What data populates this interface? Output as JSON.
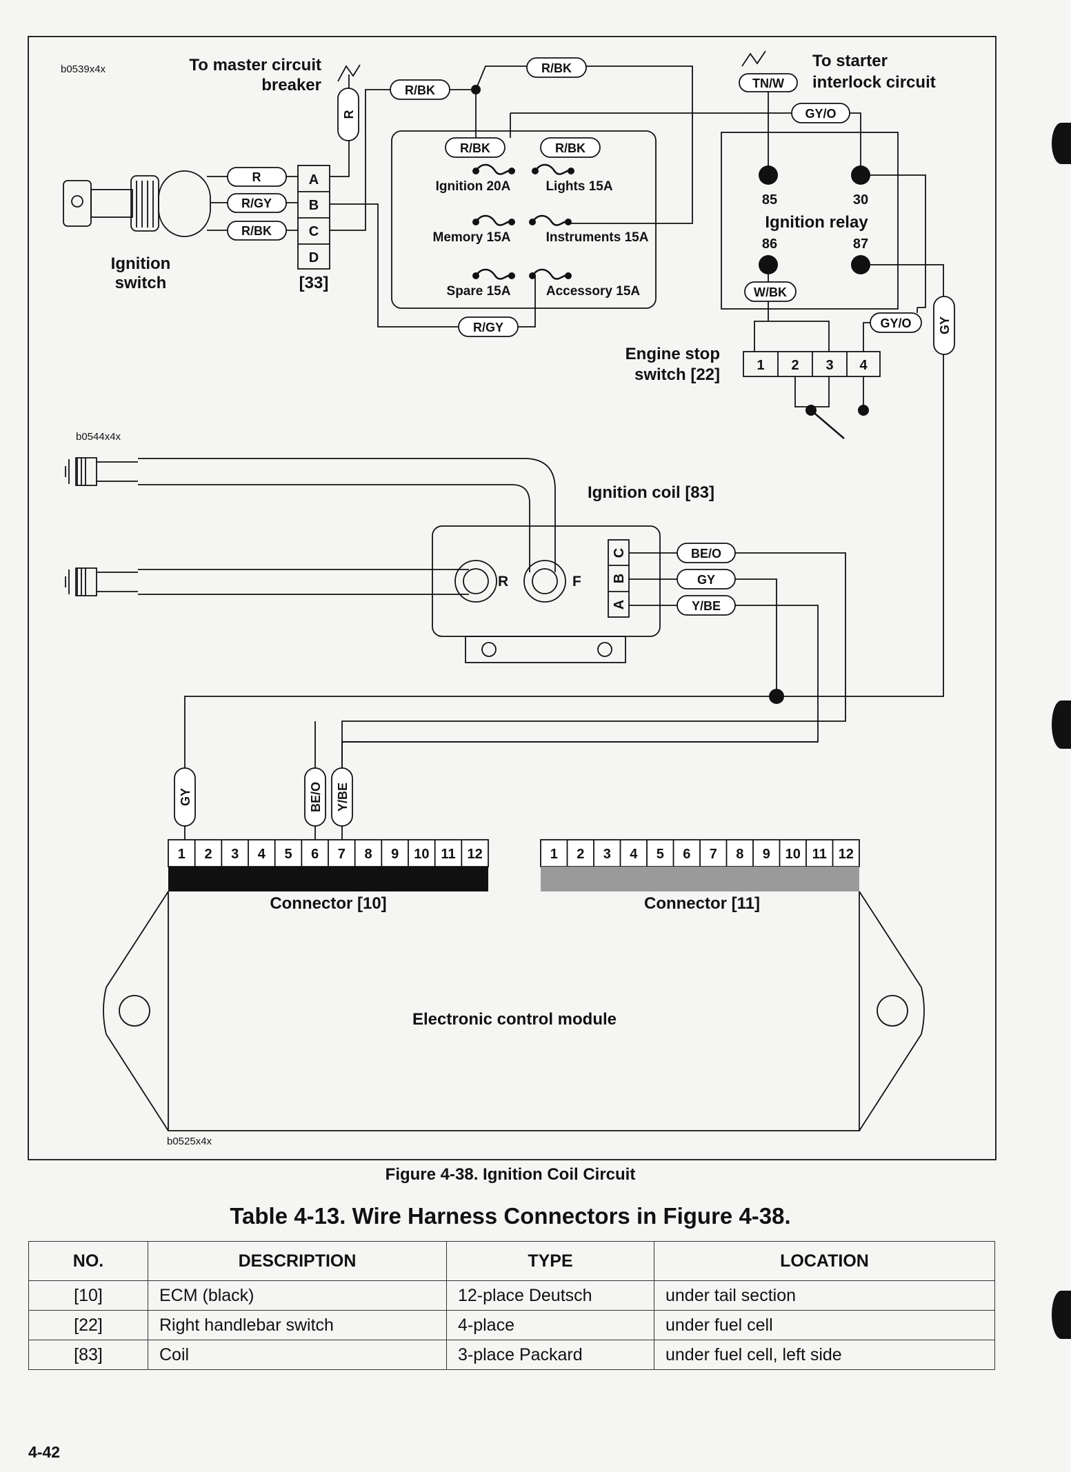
{
  "diagram": {
    "ref_codes": [
      "b0539x4x",
      "b0544x4x",
      "b0525x4x"
    ],
    "labels": {
      "master_breaker": [
        "To master circuit",
        "breaker"
      ],
      "starter_interlock": [
        "To starter",
        "interlock circuit"
      ],
      "ignition_switch": [
        "Ignition",
        "switch"
      ],
      "ignition_switch_connector": "[33]",
      "engine_stop_switch": [
        "Engine stop",
        "switch [22]"
      ],
      "ignition_relay": "Ignition relay",
      "ignition_coil": "Ignition coil [83]",
      "connector_10": "Connector [10]",
      "connector_11": "Connector [11]",
      "ecm": "Electronic control module",
      "coil_terminal_r": "R",
      "coil_terminal_f": "F"
    },
    "ignition_switch_pins": [
      "A",
      "B",
      "C",
      "D"
    ],
    "ignition_switch_wires": [
      "R",
      "R/GY",
      "R/BK"
    ],
    "breaker_wire": "R",
    "fuse_box_wires": [
      "R/BK",
      "R/BK",
      "R/BK",
      "R/BK",
      "R/GY"
    ],
    "fuses": [
      "Ignition 20A",
      "Lights 15A",
      "Memory 15A",
      "Instruments 15A",
      "Spare 15A",
      "Accessory 15A"
    ],
    "relay_wires": [
      "TN/W",
      "GY/O",
      "W/BK",
      "GY/O",
      "GY"
    ],
    "relay_pins": [
      "85",
      "30",
      "86",
      "87"
    ],
    "engine_stop_pins": [
      "1",
      "2",
      "3",
      "4"
    ],
    "coil_pins": [
      "C",
      "B",
      "A"
    ],
    "coil_wires": [
      "BE/O",
      "GY",
      "Y/BE"
    ],
    "ecm_wires": [
      "GY",
      "BE/O",
      "Y/BE"
    ],
    "connector_pins": [
      "1",
      "2",
      "3",
      "4",
      "5",
      "6",
      "7",
      "8",
      "9",
      "10",
      "11",
      "12"
    ],
    "colors": {
      "connector_10": "#111111",
      "connector_11": "#999999"
    }
  },
  "figure_caption": "Figure 4-38. Ignition Coil Circuit",
  "table": {
    "title": "Table 4-13. Wire Harness Connectors in Figure 4-38.",
    "headers": [
      "NO.",
      "DESCRIPTION",
      "TYPE",
      "LOCATION"
    ],
    "rows": [
      [
        "[10]",
        "ECM (black)",
        "12-place Deutsch",
        "under tail section"
      ],
      [
        "[22]",
        "Right handlebar switch",
        "4-place",
        "under fuel cell"
      ],
      [
        "[83]",
        "Coil",
        "3-place Packard",
        "under fuel cell, left side"
      ]
    ]
  },
  "page_number": "4-42"
}
